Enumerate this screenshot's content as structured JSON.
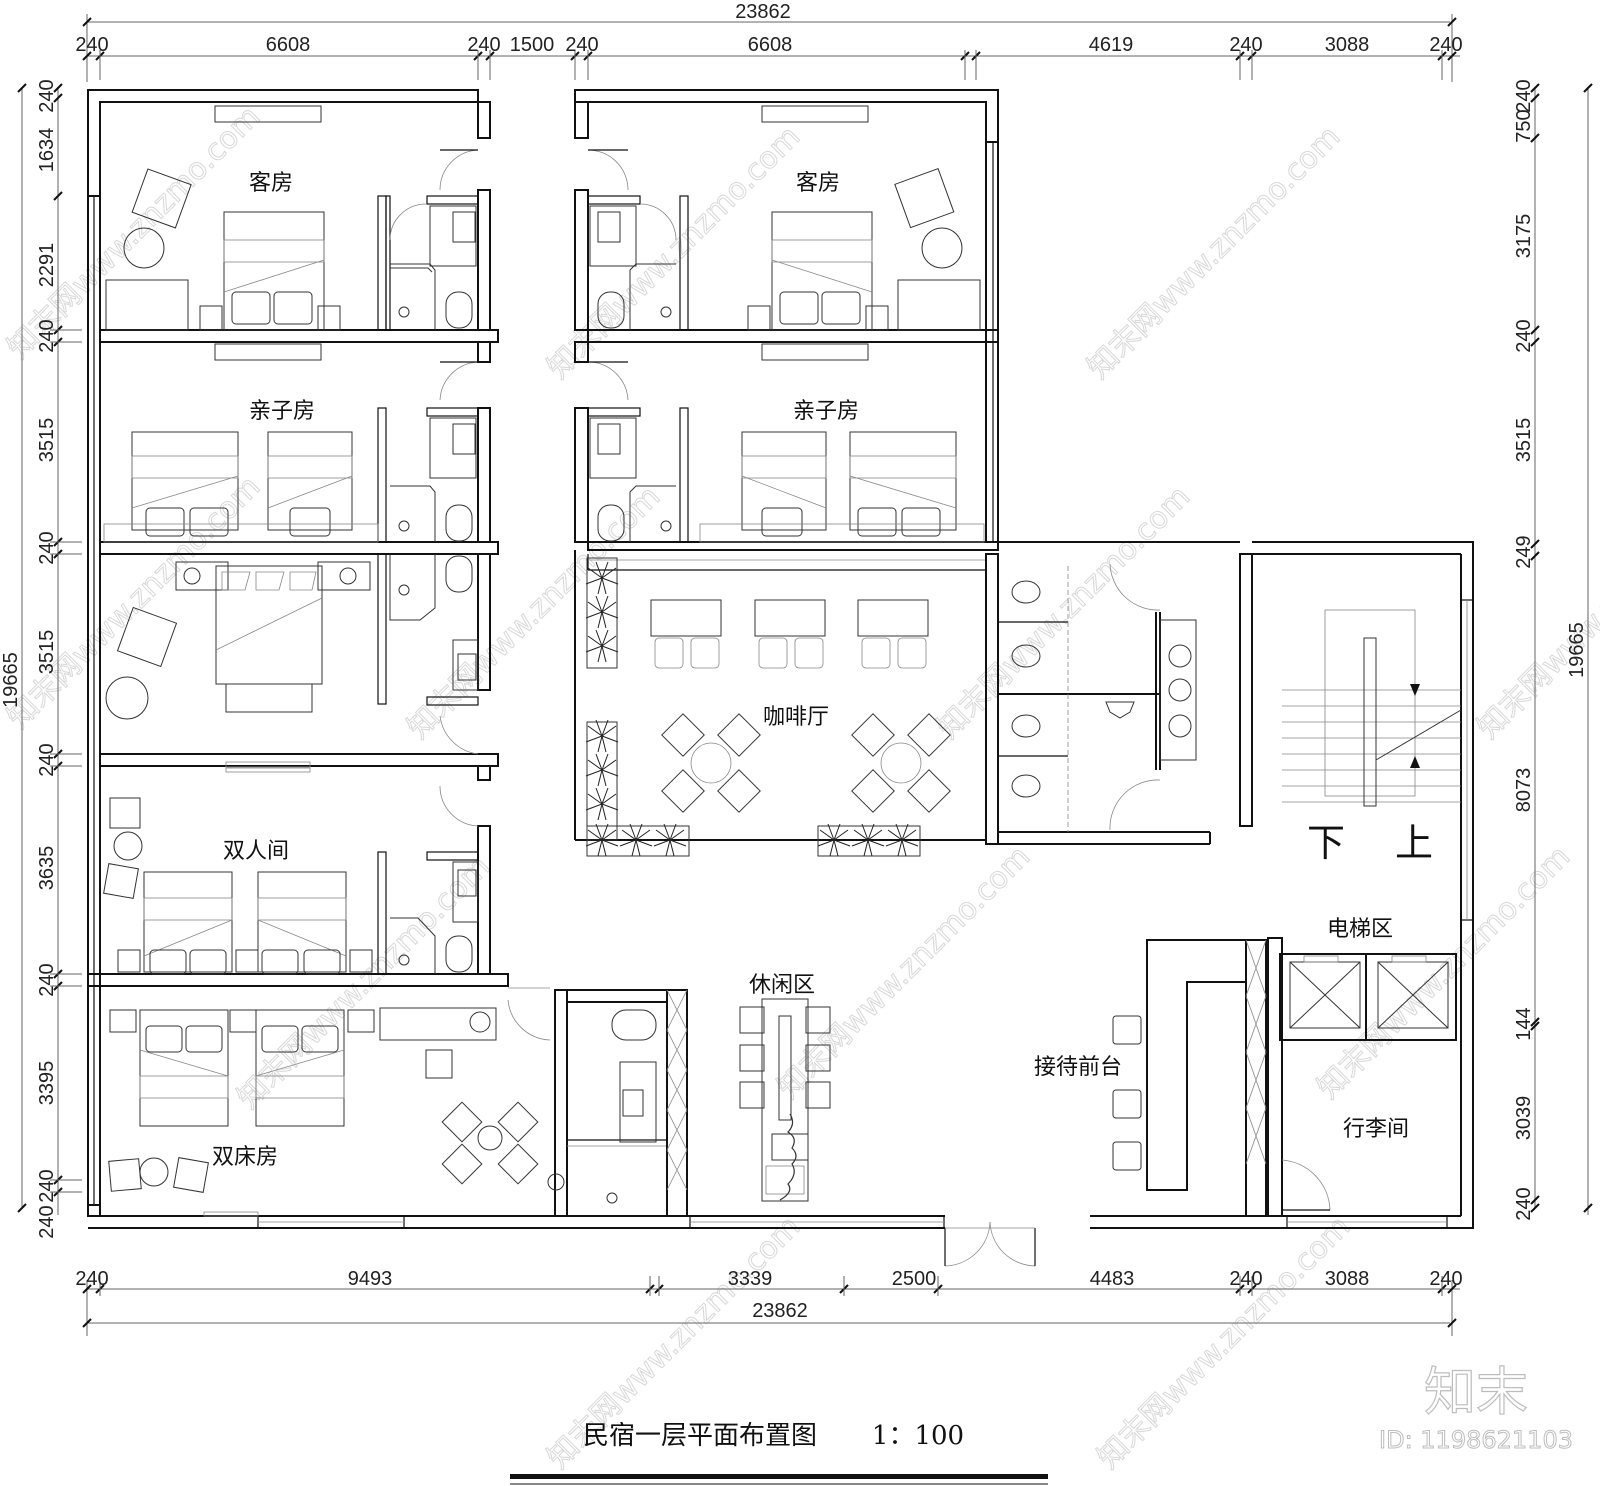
{
  "drawing": {
    "title": "民宿一层平面布置图",
    "scale": "1：100",
    "total_width": "23862",
    "total_height": "19665"
  },
  "dimensions": {
    "top": [
      "240",
      "6608",
      "240",
      "1500",
      "240",
      "6608",
      "4619",
      "240",
      "3088",
      "240"
    ],
    "bottom": [
      "240",
      "9493",
      "3339",
      "2500",
      "4483",
      "240",
      "3088",
      "240"
    ],
    "left": [
      "240",
      "1634",
      "2291",
      "240",
      "3515",
      "240",
      "3515",
      "240",
      "3635",
      "240",
      "3395",
      "240",
      "240"
    ],
    "right": [
      "240",
      "750",
      "3175",
      "240",
      "3515",
      "249",
      "8073",
      "144",
      "3039",
      "240"
    ]
  },
  "rooms": {
    "guest_room_left": "客房",
    "guest_room_right": "客房",
    "family_room_left": "亲子房",
    "family_room_right": "亲子房",
    "double_room": "双人间",
    "twin_room": "双床房",
    "cafe": "咖啡厅",
    "lounge": "休闲区",
    "reception": "接待前台",
    "elevator_area": "电梯区",
    "luggage_room": "行李间",
    "stair_down": "下",
    "stair_up": "上"
  },
  "watermark": {
    "text": "知末网www.znzmo.com",
    "logo": "知末",
    "id": "ID: 1198621103"
  }
}
